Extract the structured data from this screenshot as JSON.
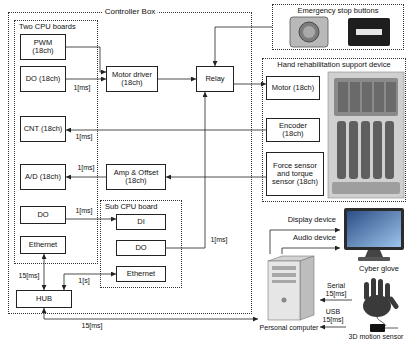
{
  "diagram": {
    "nodes": [
      {
        "text": [
          "Controller Box"
        ]
      },
      {
        "text": [
          "Two CPU boards"
        ],
        "in": 0
      },
      {
        "text": [
          "PWM (18ch)"
        ],
        "in": 1
      },
      {
        "text": [
          "DO (18ch)"
        ],
        "in": 1
      },
      {
        "text": [
          "CNT (18ch)"
        ],
        "in": 1
      },
      {
        "text": [
          "A/D (18ch)"
        ],
        "in": 1
      },
      {
        "text": [
          "DO"
        ],
        "in": 1
      },
      {
        "text": [
          "Ethernet"
        ],
        "in": 1
      },
      {
        "text": [
          "Motor driver (18ch)"
        ],
        "in": 0
      },
      {
        "text": [
          "Relay"
        ],
        "in": 0
      },
      {
        "text": [
          "Amp & Offset (18ch)"
        ],
        "in": 0
      },
      {
        "text": [
          "Sub CPU board"
        ],
        "in": 0
      },
      {
        "text": [
          "DI"
        ],
        "in": 11
      },
      {
        "text": [
          "DO"
        ],
        "in": 11
      },
      {
        "text": [
          "Ethernet"
        ],
        "in": 11
      },
      {
        "text": [
          "HUB"
        ],
        "in": 0
      },
      {
        "text": [
          "Emergency stop buttons"
        ]
      },
      {
        "text": [
          "Hand rehabilitation support device"
        ]
      },
      {
        "text": [
          "Motor (18ch)"
        ],
        "in": 17
      },
      {
        "text": [
          "Encoder (18ch)"
        ],
        "in": 17
      },
      {
        "text": [
          "Force sensor and torque sensor (18ch)"
        ],
        "in": 17
      },
      {
        "text": [
          "Personal computer"
        ]
      },
      {
        "text": [
          "Display device",
          "Audio device"
        ]
      },
      {
        "text": [
          "Cyber glove"
        ]
      },
      {
        "text": [
          "3D motion sensor"
        ]
      }
    ],
    "edges": [
      {
        "from": 2,
        "to": 8,
        "arrow": "to"
      },
      {
        "from": 3,
        "to": 8,
        "arrow": "to",
        "label": "1[ms]"
      },
      {
        "from": 8,
        "to": 9,
        "arrow": "to"
      },
      {
        "from": 9,
        "to": 18,
        "arrow": "to"
      },
      {
        "from": 16,
        "to": 9,
        "arrow": "to"
      },
      {
        "from": 19,
        "to": 4,
        "arrow": "to",
        "label": "1[ms]"
      },
      {
        "from": 20,
        "to": 10,
        "arrow": "to"
      },
      {
        "from": 10,
        "to": 5,
        "arrow": "to",
        "label": "1[ms]"
      },
      {
        "from": 6,
        "to": 12,
        "arrow": "to",
        "label": "1[ms]"
      },
      {
        "from": 13,
        "to": 9,
        "arrow": "to",
        "label": "1[ms]"
      },
      {
        "from": 7,
        "to": 15,
        "arrow": "both",
        "label": "15[ms]"
      },
      {
        "from": 14,
        "to": 15,
        "arrow": "both",
        "label": "1[s]"
      },
      {
        "from": 15,
        "to": 21,
        "arrow": "both",
        "label": "15[ms]"
      },
      {
        "from": 21,
        "to": 22,
        "arrow": "to"
      },
      {
        "from": 21,
        "to": 22,
        "arrow": "to"
      },
      {
        "from": 23,
        "to": 21,
        "arrow": "to",
        "label": "Serial 15[ms]"
      },
      {
        "from": 24,
        "to": 21,
        "arrow": "to",
        "label": "USB 15[ms]"
      }
    ]
  }
}
